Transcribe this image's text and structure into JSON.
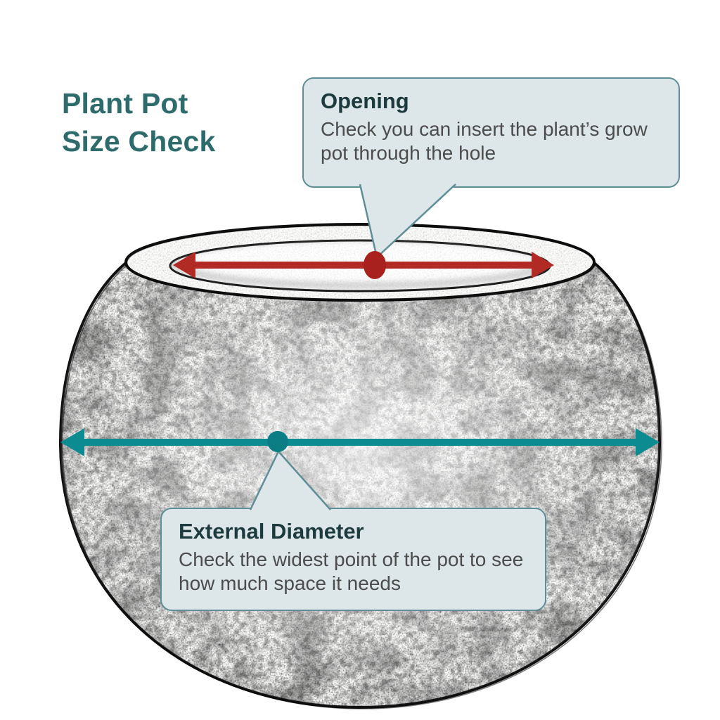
{
  "title": {
    "text": "Plant Pot\nSize Check"
  },
  "callouts": {
    "opening": {
      "title": "Opening",
      "body": "Check you can insert the plant’s grow pot through the hole"
    },
    "external_diameter": {
      "title": "External Diameter",
      "body": "Check the widest point of the pot to see how much space it needs"
    }
  },
  "markers": {
    "opening_arrow_icon": "opening-measure-arrow",
    "opening_point_icon": "opening-measure-dot",
    "diameter_arrow_icon": "external-diameter-measure-arrow",
    "diameter_point_icon": "external-diameter-measure-dot",
    "pot_icon": "sketched-round-plant-pot"
  },
  "colors": {
    "heading_teal": "#2e6b6d",
    "callout_fill": "#dde6e9",
    "callout_border": "#5f8e97",
    "callout_title_text": "#1d3a3e",
    "callout_body_text": "#4c4c4c",
    "opening_arrow_red": "#b12a24",
    "opening_dot_red": "#a8211e",
    "diameter_arrow_teal": "#0c8b91",
    "diameter_dot_teal": "#0b7e85",
    "sketch_ink": "#0f0f0f",
    "background": "#ffffff"
  }
}
